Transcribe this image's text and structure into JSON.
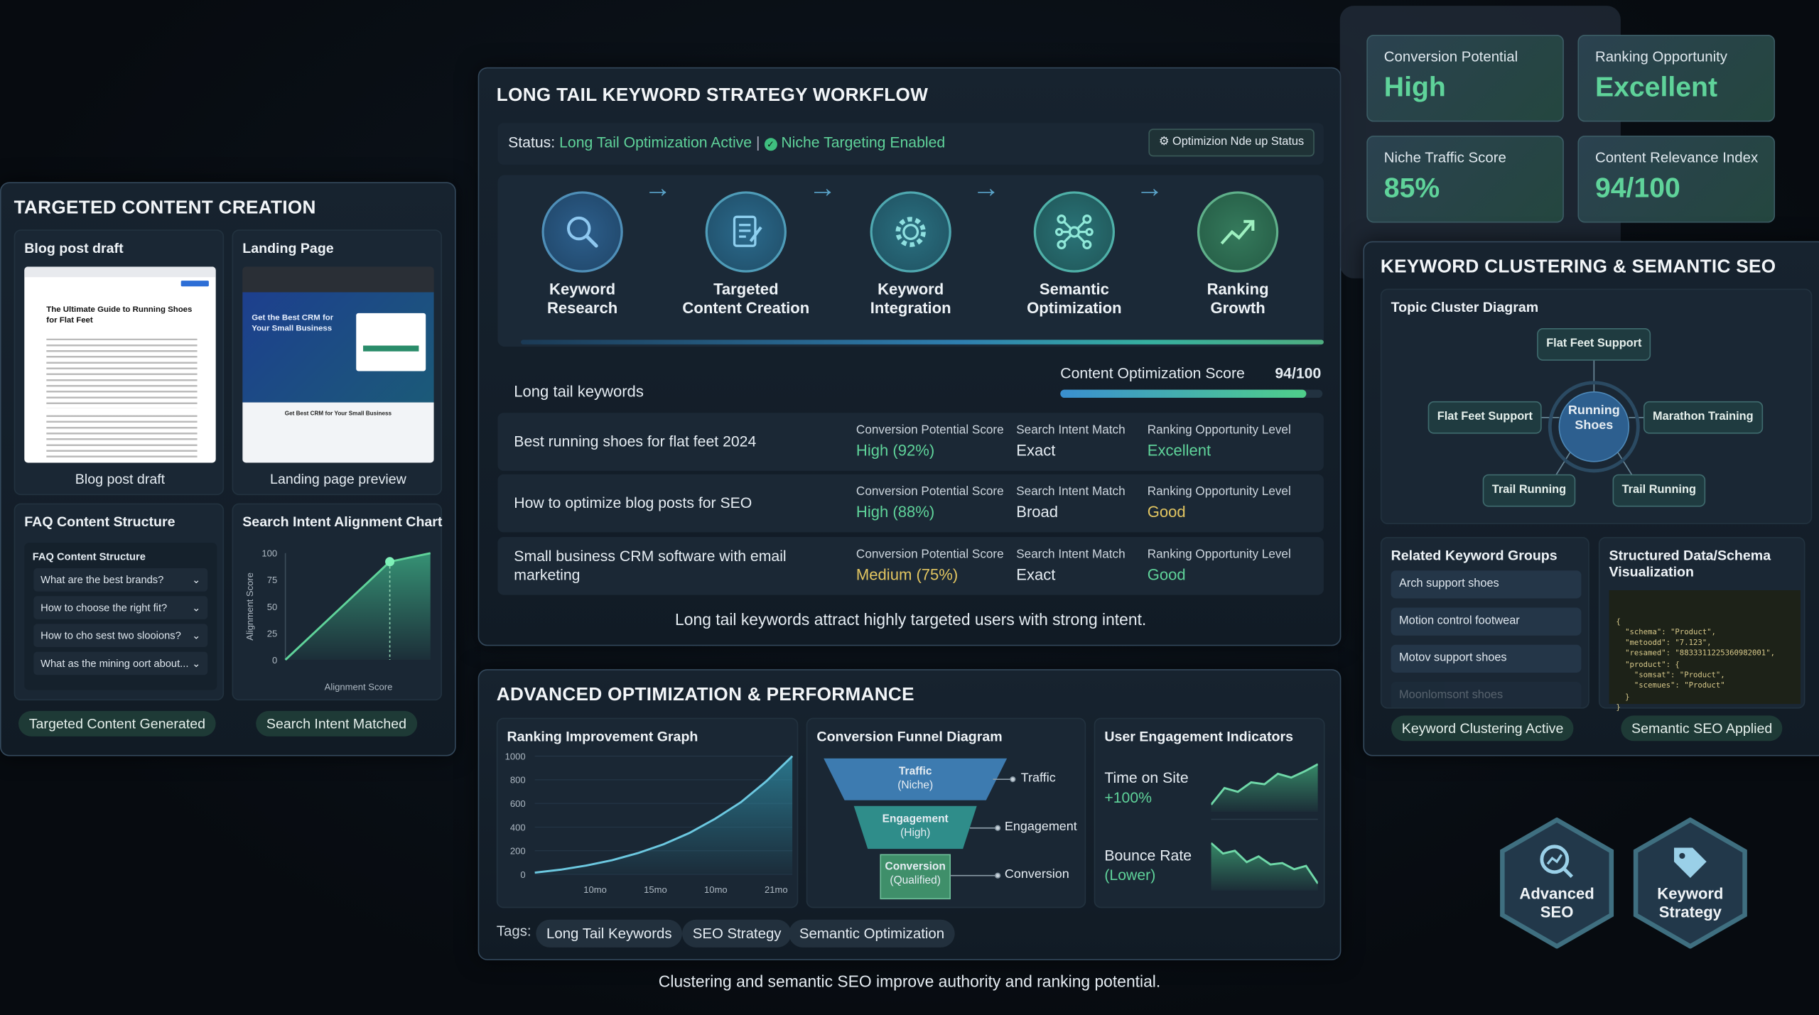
{
  "left_panel": {
    "title": "TARGETED CONTENT CREATION",
    "blog": {
      "title": "Blog post draft",
      "caption": "Blog post draft",
      "headline": "The Ultimate Guide to Running Shoes for Flat Feet"
    },
    "landing": {
      "title": "Landing Page",
      "caption": "Landing page preview",
      "headline": "Get the Best CRM for Your Small Business",
      "subheadline": "Get Best CRM for Your Small Business"
    },
    "faq": {
      "title": "FAQ Content Structure",
      "inner_title": "FAQ Content Structure",
      "items": [
        "What are the best brands?",
        "How to choose the right fit?",
        "How to cho sest two slooions?",
        "What as the mining oort about..."
      ]
    },
    "intent_chart": {
      "title": "Search Intent Alignment Chart"
    },
    "pills": [
      "Targeted Content Generated",
      "Search Intent Matched"
    ]
  },
  "workflow": {
    "title": "LONG TAIL KEYWORD STRATEGY WORKFLOW",
    "status_label": "Status:",
    "status_value": "Long Tail Optimization Active",
    "separator": "|",
    "niche": "Niche Targeting Enabled",
    "status_button": "Optimizion Nde up Status",
    "steps": [
      {
        "line1": "Keyword",
        "line2": "Research",
        "icon": "search-icon"
      },
      {
        "line1": "Targeted",
        "line2": "Content Creation",
        "icon": "document-edit-icon"
      },
      {
        "line1": "Keyword",
        "line2": "Integration",
        "icon": "gear-icon"
      },
      {
        "line1": "Semantic",
        "line2": "Optimization",
        "icon": "network-icon"
      },
      {
        "line1": "Ranking",
        "line2": "Growth",
        "icon": "trend-up-icon"
      }
    ],
    "arrow": "→",
    "score_label": "Content Optimization Score",
    "score_value": "94/100",
    "score_fraction": 0.94,
    "keywords_label": "Long tail keywords",
    "col_labels": [
      "Conversion Potential Score",
      "Search Intent Match",
      "Ranking Opportunity Level"
    ],
    "rows": [
      {
        "keyword": "Best running shoes for flat feet 2024",
        "conversion": "High (92%)",
        "intent": "Exact",
        "ranking": "Excellent"
      },
      {
        "keyword": "How to optimize blog posts for SEO",
        "conversion": "High (88%)",
        "intent": "Broad",
        "ranking": "Good"
      },
      {
        "keyword": "Small business CRM software with email marketing",
        "conversion": "Medium (75%)",
        "intent": "Exact",
        "ranking": "Good"
      }
    ],
    "footer": "Long tail keywords attract highly targeted users with strong intent."
  },
  "advanced": {
    "title": "ADVANCED OPTIMIZATION & PERFORMANCE",
    "ranking_title": "Ranking Improvement Graph",
    "funnel_title": "Conversion Funnel Diagram",
    "funnel": [
      {
        "name": "Traffic",
        "sub": "(Niche)",
        "label": "Traffic",
        "color": "#3d7bb0"
      },
      {
        "name": "Engagement",
        "sub": "(High)",
        "label": "Engagement",
        "color": "#2f8d8a"
      },
      {
        "name": "Conversion",
        "sub": "(Qualified)",
        "label": "Conversion",
        "color": "#3f8f6a"
      }
    ],
    "engagement_title": "User Engagement Indicators",
    "time_on_site": {
      "label": "Time on Site",
      "value": "+100%"
    },
    "bounce_rate": {
      "label": "Bounce Rate",
      "value": "(Lower)"
    },
    "tags_label": "Tags:",
    "tags": [
      "Long Tail Keywords",
      "SEO Strategy",
      "Semantic Optimization"
    ]
  },
  "caption": "Clustering and semantic SEO improve authority and ranking potential.",
  "metrics": [
    {
      "label": "Conversion Potential",
      "value": "High"
    },
    {
      "label": "Ranking Opportunity",
      "value": "Excellent"
    },
    {
      "label": "Niche Traffic Score",
      "value": "85%"
    },
    {
      "label": "Content Relevance Index",
      "value": "94/100"
    }
  ],
  "clustering": {
    "title": "KEYWORD CLUSTERING & SEMANTIC SEO",
    "topic_title": "Topic Cluster Diagram",
    "center": [
      "Running",
      "Shoes"
    ],
    "nodes": [
      "Flat Feet Support",
      "Flat Feet Support",
      "Marathon Training",
      "Trail Running",
      "Trail Running"
    ],
    "groups_title": "Related Keyword Groups",
    "groups": [
      "Arch support shoes",
      "Motion control footwear",
      "Motov support shoes",
      "Moonlomsont shoes"
    ],
    "schema_title": "Structured Data/Schema Visualization",
    "schema_lines": [
      "{",
      "  \"schema\": \"Product\",",
      "  \"metoodd\": \"7.123\",",
      "  \"resamed\": \"8833311225360982001\",",
      "  \"product\": {",
      "    \"somsat\": \"Product\",",
      "    \"scemues\": \"Product\"",
      "  }",
      "}"
    ],
    "pills": [
      "Keyword Clustering Active",
      "Semantic SEO Applied"
    ]
  },
  "badges": [
    {
      "line1": "Advanced",
      "line2": "SEO",
      "icon": "magnifier-chart-icon"
    },
    {
      "line1": "Keyword",
      "line2": "Strategy",
      "icon": "tag-icon"
    }
  ],
  "chart_data": [
    {
      "type": "line",
      "title": "Search Intent Alignment Chart",
      "xlabel": "Alignment Score",
      "ylabel": "Alignment Score",
      "ylim": [
        0,
        100
      ],
      "yticks": [
        0,
        25,
        50,
        75,
        100
      ],
      "x": [
        0,
        72,
        100
      ],
      "values": [
        0,
        92,
        100
      ],
      "highlight_index": 1
    },
    {
      "type": "area",
      "title": "Ranking Improvement Graph",
      "ylim": [
        0,
        1000
      ],
      "yticks": [
        0,
        200,
        400,
        600,
        800,
        1000
      ],
      "xticks": [
        "10mo",
        "15mo",
        "10mo",
        "21mo"
      ],
      "x": [
        0,
        1,
        2,
        3,
        4,
        5,
        6,
        7,
        8,
        9,
        10
      ],
      "values": [
        15,
        40,
        75,
        120,
        180,
        255,
        350,
        470,
        610,
        790,
        1000
      ]
    },
    {
      "type": "area",
      "title": "Time on Site",
      "values": [
        15,
        50,
        42,
        62,
        58,
        80,
        72,
        85,
        100
      ],
      "ylim": [
        0,
        100
      ]
    },
    {
      "type": "area",
      "title": "Bounce Rate",
      "values": [
        100,
        78,
        84,
        60,
        72,
        55,
        58,
        45,
        52,
        15
      ],
      "ylim": [
        0,
        100
      ]
    }
  ]
}
